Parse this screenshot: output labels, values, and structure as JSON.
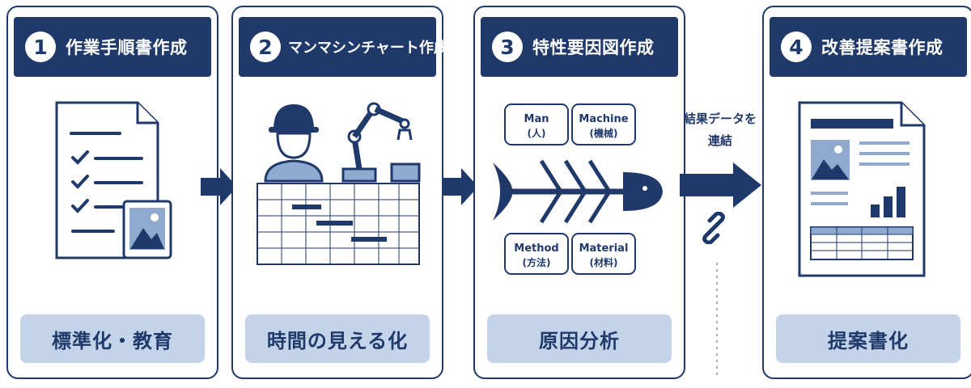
{
  "steps": [
    {
      "number": "1",
      "title": "作業手順書作成",
      "label": "標準化・教育"
    },
    {
      "number": "2",
      "title": "マンマシンチャート作成",
      "label": "時間の見える化"
    },
    {
      "number": "3",
      "title": "特性要因図作成",
      "label": "原因分析"
    },
    {
      "number": "4",
      "title": "改善提案書作成",
      "label": "提案書化"
    }
  ],
  "fishbone": {
    "man": {
      "name": "Man",
      "jp": "(人)"
    },
    "machine": {
      "name": "Machine",
      "jp": "(機械)"
    },
    "method": {
      "name": "Method",
      "jp": "(方法)"
    },
    "material": {
      "name": "Material",
      "jp": "(材料)"
    }
  },
  "connector": {
    "line1": "結果データを",
    "line2": "連結"
  },
  "colors": {
    "navy": "#1f3a6a",
    "light_blue": "#c3d3e9",
    "image_blue": "#8fa9cf"
  }
}
